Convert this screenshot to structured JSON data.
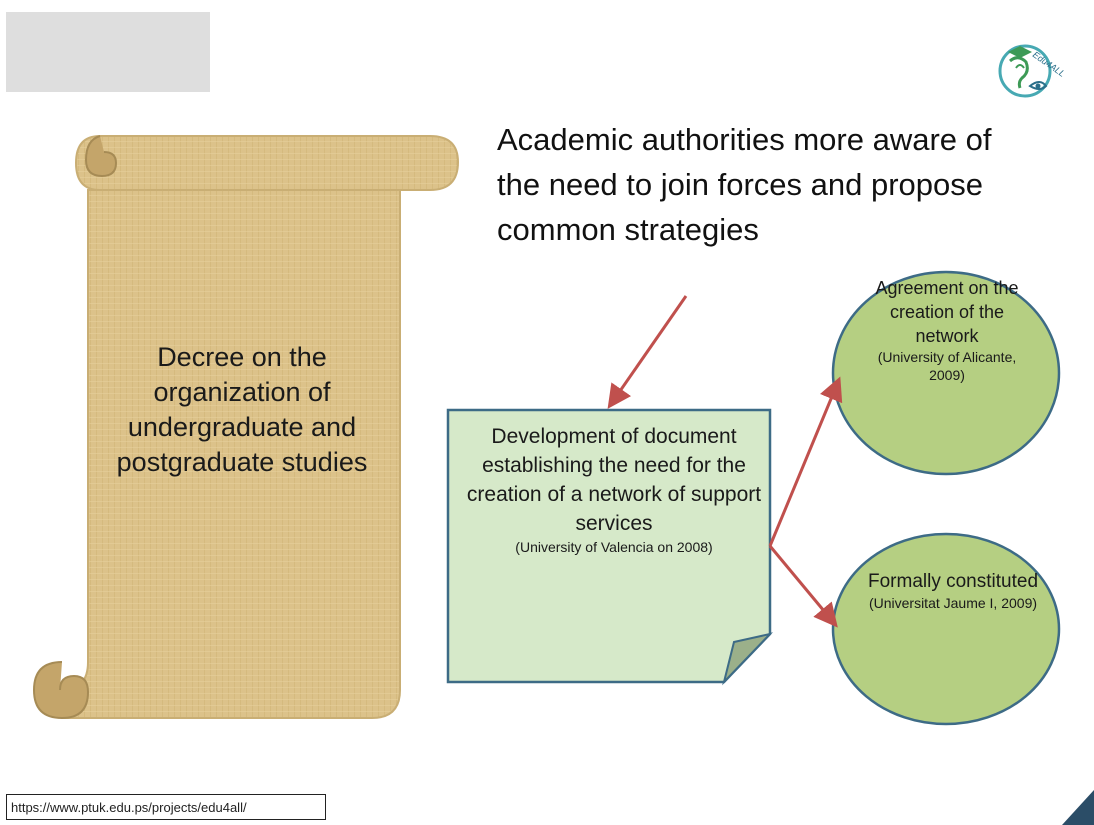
{
  "header": {
    "logo_text": "Edu4ALL"
  },
  "scroll": {
    "text": "Decree on the organization of undergraduate and postgraduate studies"
  },
  "heading": {
    "text": "Academic authorities more aware of the need to join forces and propose common strategies"
  },
  "document_note": {
    "text": "Development of document establishing the need for the creation of a network of support services",
    "source": "(University of Valencia on 2008)"
  },
  "circles": [
    {
      "text": "Agreement on the creation of the network",
      "source": "(University of Alicante, 2009)"
    },
    {
      "text": "Formally constituted",
      "source": "(Universitat Jaume I, 2009)"
    }
  ],
  "footer": {
    "url": "https://www.ptuk.edu.ps/projects/edu4all/"
  },
  "colors": {
    "parchment": "#dcc28a",
    "note_fill": "#d6e9c9",
    "note_border": "#3d6b86",
    "circle_fill": "#b5cf82",
    "circle_border": "#3d6b86",
    "arrow": "#c0504d",
    "corner": "#2b4d67"
  }
}
